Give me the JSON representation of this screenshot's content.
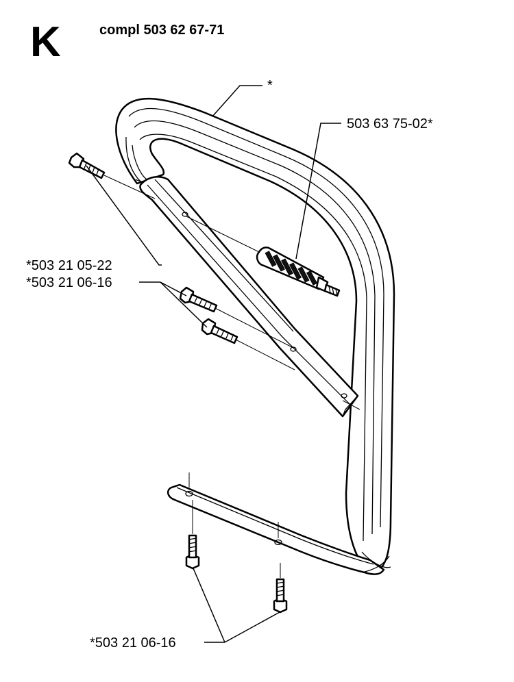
{
  "header": {
    "section_letter": "K",
    "assembly_label": "compl 503 62 67-71"
  },
  "callouts": {
    "handle_bar": "*",
    "rubber_buffer": "503 63 75-02*",
    "screw_top": "*503 21 05-22",
    "screw_pair_upper": "*503 21 06-16",
    "screw_pair_lower": "*503 21 06-16"
  }
}
